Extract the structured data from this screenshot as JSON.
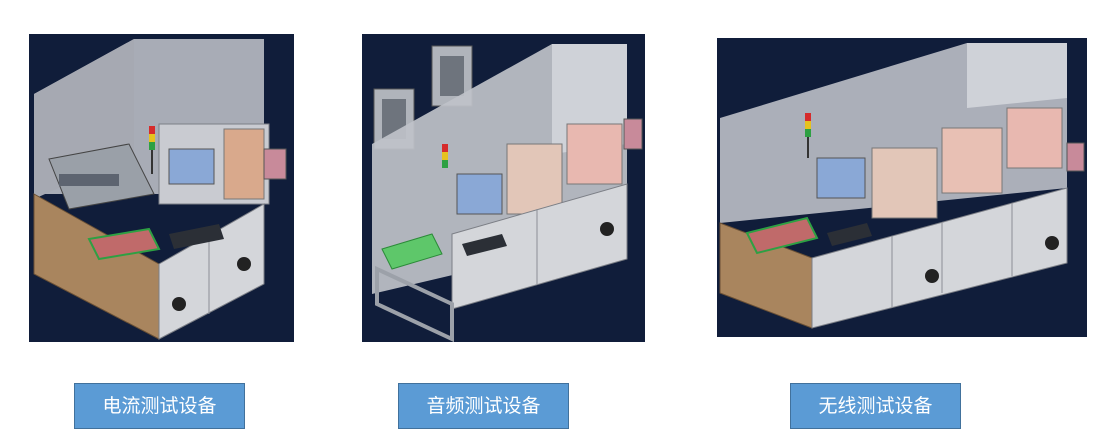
{
  "items": [
    {
      "label": "电流测试设备"
    },
    {
      "label": "音频测试设备"
    },
    {
      "label": "无线测试设备"
    }
  ],
  "colors": {
    "panel_background": "#101d3a",
    "label_background": "#5b9bd5",
    "label_text": "#ffffff",
    "cabinet_wood": "#a9855e",
    "cabinet_gray": "#d4d6da",
    "enclosure_glass": "#b9bcc4"
  }
}
